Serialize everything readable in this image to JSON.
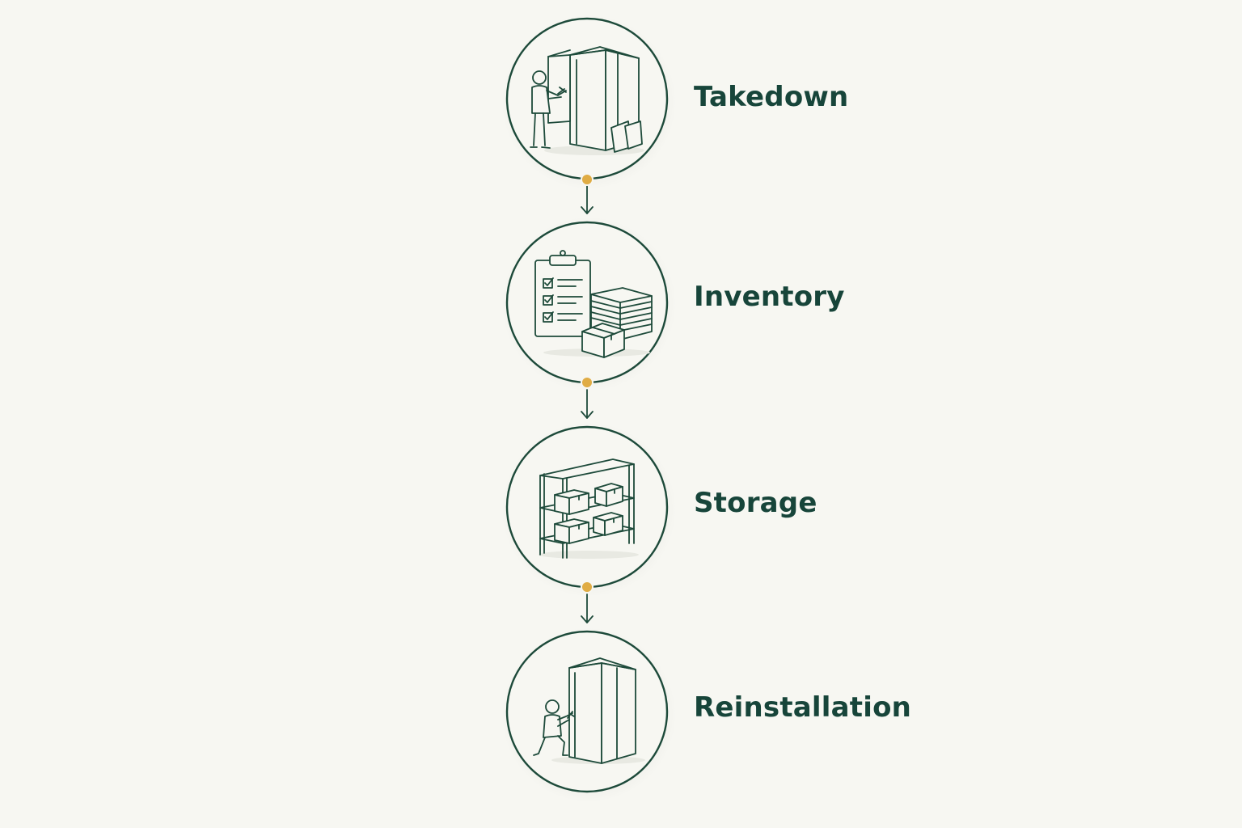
{
  "steps": [
    {
      "label": "Takedown",
      "icon": "booth-takedown-icon"
    },
    {
      "label": "Inventory",
      "icon": "clipboard-inventory-icon"
    },
    {
      "label": "Storage",
      "icon": "storage-shelf-icon"
    },
    {
      "label": "Reinstallation",
      "icon": "booth-reinstall-icon"
    }
  ],
  "colors": {
    "background": "#f7f7f2",
    "line": "#1d4a3a",
    "text": "#17453a",
    "connector_dot": "#e0ac44"
  }
}
